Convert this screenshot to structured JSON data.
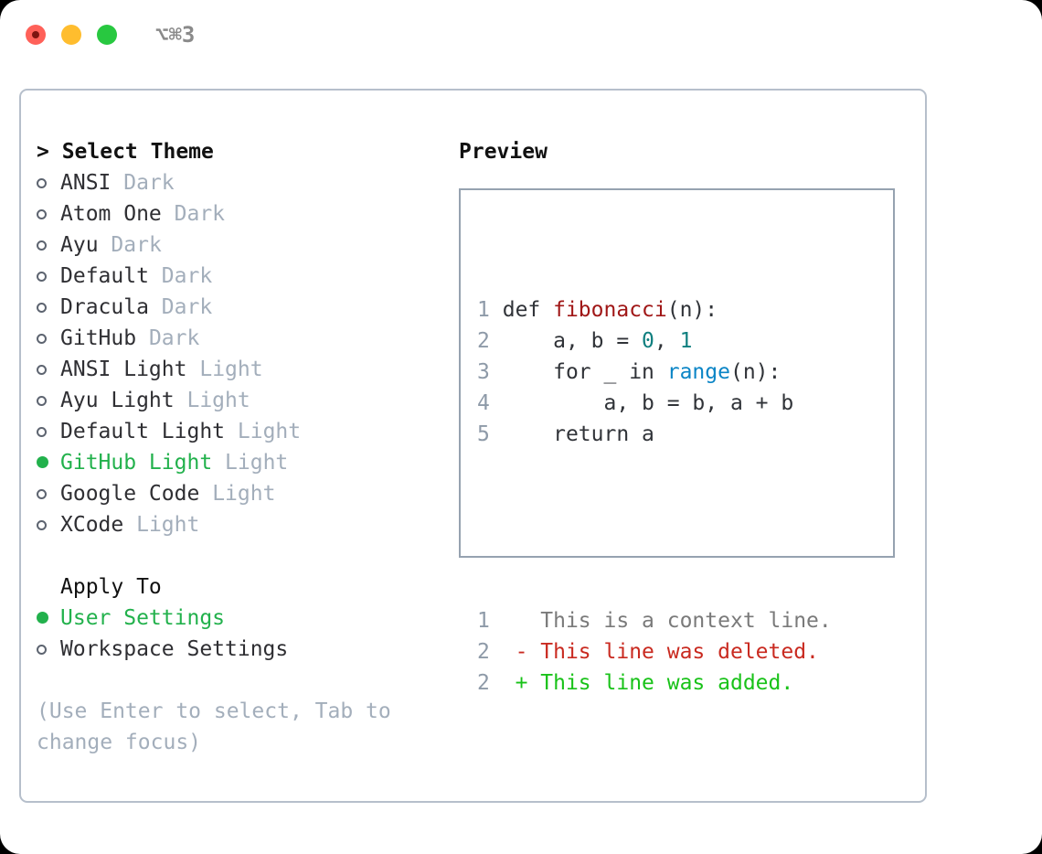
{
  "titlebar": {
    "shortcut": "⌥⌘3",
    "buttons": [
      "close",
      "minimize",
      "maximize"
    ],
    "colors": {
      "close": "#ff6159",
      "minimize": "#ffbd2e",
      "maximize": "#28c840"
    }
  },
  "theme_list": {
    "header": "> Select Theme",
    "items": [
      {
        "marker": "empty",
        "name": "ANSI",
        "tag": "Dark",
        "selected": false
      },
      {
        "marker": "empty",
        "name": "Atom One",
        "tag": "Dark",
        "selected": false
      },
      {
        "marker": "empty",
        "name": "Ayu",
        "tag": "Dark",
        "selected": false
      },
      {
        "marker": "empty",
        "name": "Default",
        "tag": "Dark",
        "selected": false
      },
      {
        "marker": "empty",
        "name": "Dracula",
        "tag": "Dark",
        "selected": false
      },
      {
        "marker": "empty",
        "name": "GitHub",
        "tag": "Dark",
        "selected": false
      },
      {
        "marker": "empty",
        "name": "ANSI Light",
        "tag": "Light",
        "selected": false
      },
      {
        "marker": "empty",
        "name": "Ayu Light",
        "tag": "Light",
        "selected": false
      },
      {
        "marker": "empty",
        "name": "Default Light",
        "tag": "Light",
        "selected": false
      },
      {
        "marker": "filled",
        "name": "GitHub Light",
        "tag": "Light",
        "selected": true
      },
      {
        "marker": "empty",
        "name": "Google Code",
        "tag": "Light",
        "selected": false
      },
      {
        "marker": "empty",
        "name": "XCode",
        "tag": "Light",
        "selected": false
      }
    ]
  },
  "apply_to": {
    "header": "Apply To",
    "items": [
      {
        "marker": "filled",
        "name": "User Settings",
        "selected": true
      },
      {
        "marker": "empty",
        "name": "Workspace Settings",
        "selected": false
      }
    ]
  },
  "hint": "(Use Enter to select, Tab to change focus)",
  "preview": {
    "title": "Preview",
    "code_lines": [
      {
        "num": "1",
        "segments": [
          {
            "text": "def ",
            "style": "ctext"
          },
          {
            "text": "fibonacci",
            "style": "tok-fn"
          },
          {
            "text": "(n):",
            "style": "ctext"
          }
        ]
      },
      {
        "num": "2",
        "segments": [
          {
            "text": "    a, b = ",
            "style": "ctext"
          },
          {
            "text": "0",
            "style": "tok-num"
          },
          {
            "text": ", ",
            "style": "ctext"
          },
          {
            "text": "1",
            "style": "tok-num"
          }
        ]
      },
      {
        "num": "3",
        "segments": [
          {
            "text": "    for _ in ",
            "style": "ctext"
          },
          {
            "text": "range",
            "style": "tok-call"
          },
          {
            "text": "(n):",
            "style": "ctext"
          }
        ]
      },
      {
        "num": "4",
        "segments": [
          {
            "text": "        a, b = b, a + b",
            "style": "ctext"
          }
        ]
      },
      {
        "num": "5",
        "segments": [
          {
            "text": "    return a",
            "style": "ctext"
          }
        ]
      }
    ],
    "diff_lines": [
      {
        "num": "1",
        "marker": "  ",
        "text": "This is a context line.",
        "style": "diff-ctx"
      },
      {
        "num": "2",
        "marker": "- ",
        "text": "This line was deleted.",
        "style": "diff-del"
      },
      {
        "num": "2",
        "marker": "+ ",
        "text": "This line was added.",
        "style": "diff-add"
      }
    ]
  },
  "colors": {
    "selected_green": "#22b14c",
    "muted_tag": "#a3aebb",
    "line_number": "#8e9aa8",
    "panel_border": "#b6bfcb",
    "preview_border": "#96a2b0",
    "function_red": "#a01717",
    "number_teal": "#0f7f7f",
    "call_blue": "#0b85c6",
    "diff_delete": "#c92a20",
    "diff_add": "#19c219"
  }
}
